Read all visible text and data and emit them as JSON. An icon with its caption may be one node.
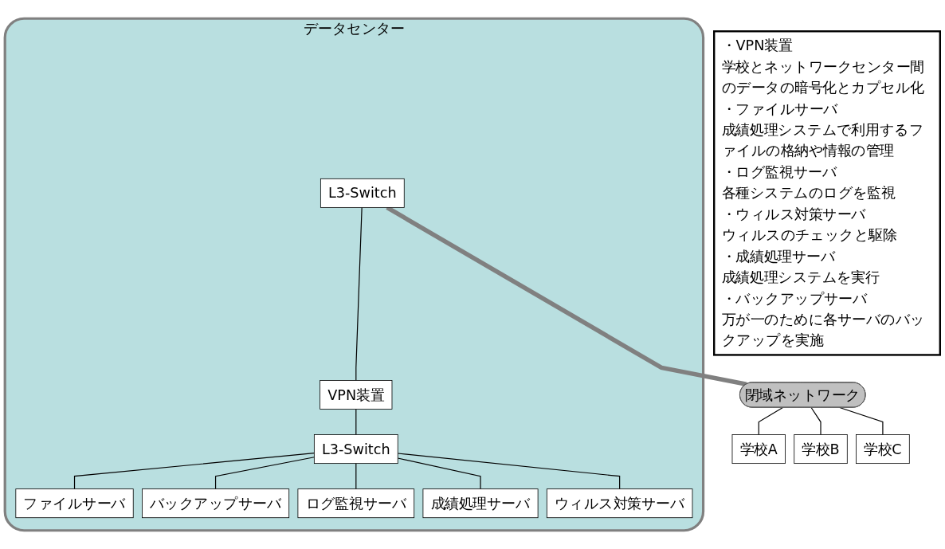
{
  "diagram": {
    "nodes": [
      {
        "text": [
          "データセンター"
        ]
      },
      {
        "text": [
          "L3-Switch"
        ],
        "in": 0
      },
      {
        "text": [
          "VPN装置"
        ],
        "in": 0
      },
      {
        "text": [
          "L3-Switch"
        ],
        "in": 0
      },
      {
        "text": [
          "ファイルサーバ"
        ],
        "in": 0
      },
      {
        "text": [
          "バックアップサーバ"
        ],
        "in": 0
      },
      {
        "text": [
          "ログ監視サーバ"
        ],
        "in": 0
      },
      {
        "text": [
          "成績処理サーバ"
        ],
        "in": 0
      },
      {
        "text": [
          "ウィルス対策サーバ"
        ],
        "in": 0
      },
      {
        "text": [
          "閉域ネットワーク"
        ]
      },
      {
        "text": [
          "学校A"
        ]
      },
      {
        "text": [
          "学校B"
        ]
      },
      {
        "text": [
          "学校C"
        ]
      },
      {
        "text": [
          "・VPN装置",
          "学校とネットワークセンター間のデータの暗号化とカプセル化",
          "・ファイルサーバ",
          "成績処理システムで利用するファイルの格納や情報の管理",
          "・ログ監視サーバ",
          "各種システムのログを監視",
          "・ウィルス対策サーバ",
          "ウィルスのチェックと駆除",
          "・成績処理サーバ",
          "成績処理システムを実行",
          "・バックアップサーバ",
          "万が一のために各サーバのバックアップを実施"
        ]
      }
    ],
    "edges": [
      {
        "from": 1,
        "to": 2,
        "arrow": "none"
      },
      {
        "from": 2,
        "to": 3,
        "arrow": "none"
      },
      {
        "from": 3,
        "to": 4,
        "arrow": "none"
      },
      {
        "from": 3,
        "to": 5,
        "arrow": "none"
      },
      {
        "from": 3,
        "to": 6,
        "arrow": "none"
      },
      {
        "from": 3,
        "to": 7,
        "arrow": "none"
      },
      {
        "from": 3,
        "to": 8,
        "arrow": "none"
      },
      {
        "from": 1,
        "to": 9,
        "arrow": "none",
        "style": "thick",
        "color": "#808080"
      },
      {
        "from": 9,
        "to": 10,
        "arrow": "none"
      },
      {
        "from": 9,
        "to": 11,
        "arrow": "none"
      },
      {
        "from": 9,
        "to": 12,
        "arrow": "none"
      }
    ]
  }
}
